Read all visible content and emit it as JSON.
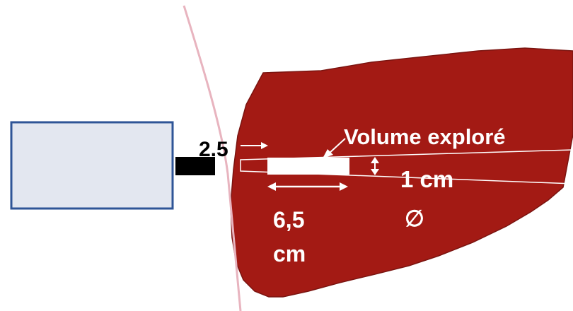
{
  "labels": {
    "offset": "2.5",
    "volume": "Volume exploré",
    "diameter": "1 cm",
    "diameter_symbol": "∅",
    "length_value": "6,5",
    "length_unit": "cm"
  },
  "colors": {
    "liver": "#a31a14",
    "liver_edge": "#7a1410",
    "skin": "#e8b4bf",
    "probe_fill": "#e3e7f0",
    "probe_border": "#2f5597",
    "cable": "#000000",
    "white": "#ffffff"
  }
}
